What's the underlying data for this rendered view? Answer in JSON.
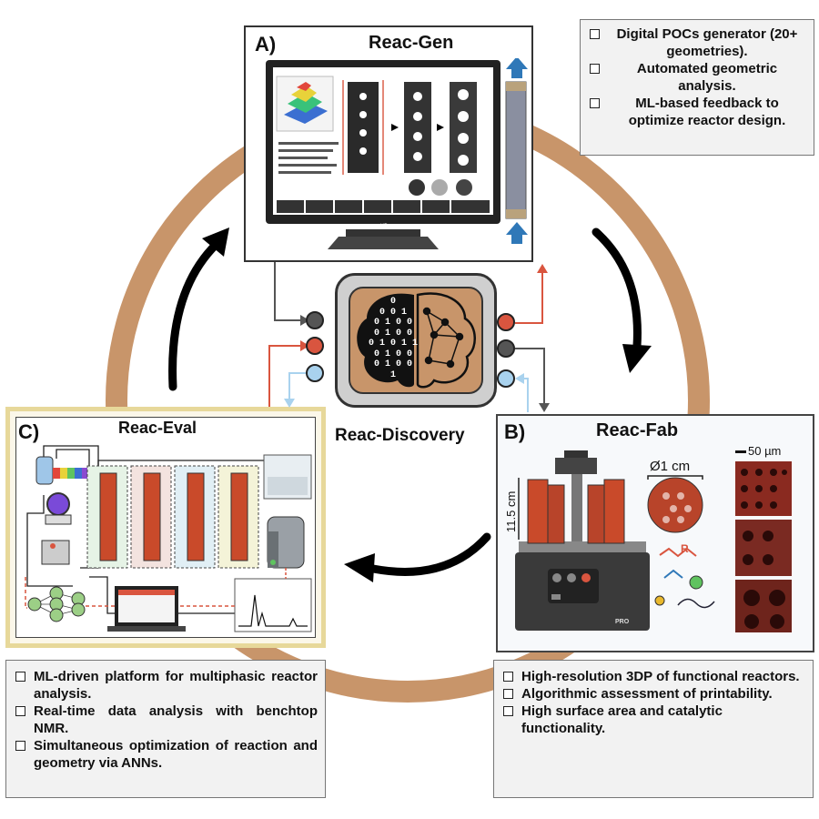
{
  "panel_a": {
    "letter": "A)",
    "title": "Reac-Gen",
    "monitor_brand": "KD",
    "bullets": [
      "Digital POCs generator (20+ geometries).",
      "Automated geometric analysis.",
      "ML-based feedback to optimize reactor design."
    ]
  },
  "panel_b": {
    "letter": "B)",
    "title": "Reac-Fab",
    "diameter_label": "Ø1 cm",
    "height_label": "11.5 cm",
    "scale_label": "50 µm",
    "printer_badge": "PRO",
    "molecule_label": "R",
    "bullets": [
      "High-resolution 3DP of functional reactors.",
      "Algorithmic assessment of printability.",
      "High surface area and catalytic functionality."
    ]
  },
  "panel_c": {
    "letter": "C)",
    "title": "Reac-Eval",
    "bullets": [
      "ML-driven platform for multiphasic reactor analysis.",
      "Real-time data analysis with benchtop NMR.",
      "Simultaneous optimization of reaction and geometry via ANNs."
    ]
  },
  "hub": {
    "label": "Reac-Discovery",
    "binary_rows": [
      "0",
      "0 0 1",
      "0 1 0 0",
      "0 1 0 0",
      "0 1 0 1 1",
      "0 1 0 0",
      "0 1 0 0",
      "1"
    ]
  },
  "colors": {
    "ring": "#c8956a",
    "red_port": "#d9553f",
    "gray_port": "#555555",
    "blue_port": "#a9d2ee",
    "reactor_red": "#c94a2a",
    "arrow_blue": "#2f78b8"
  }
}
